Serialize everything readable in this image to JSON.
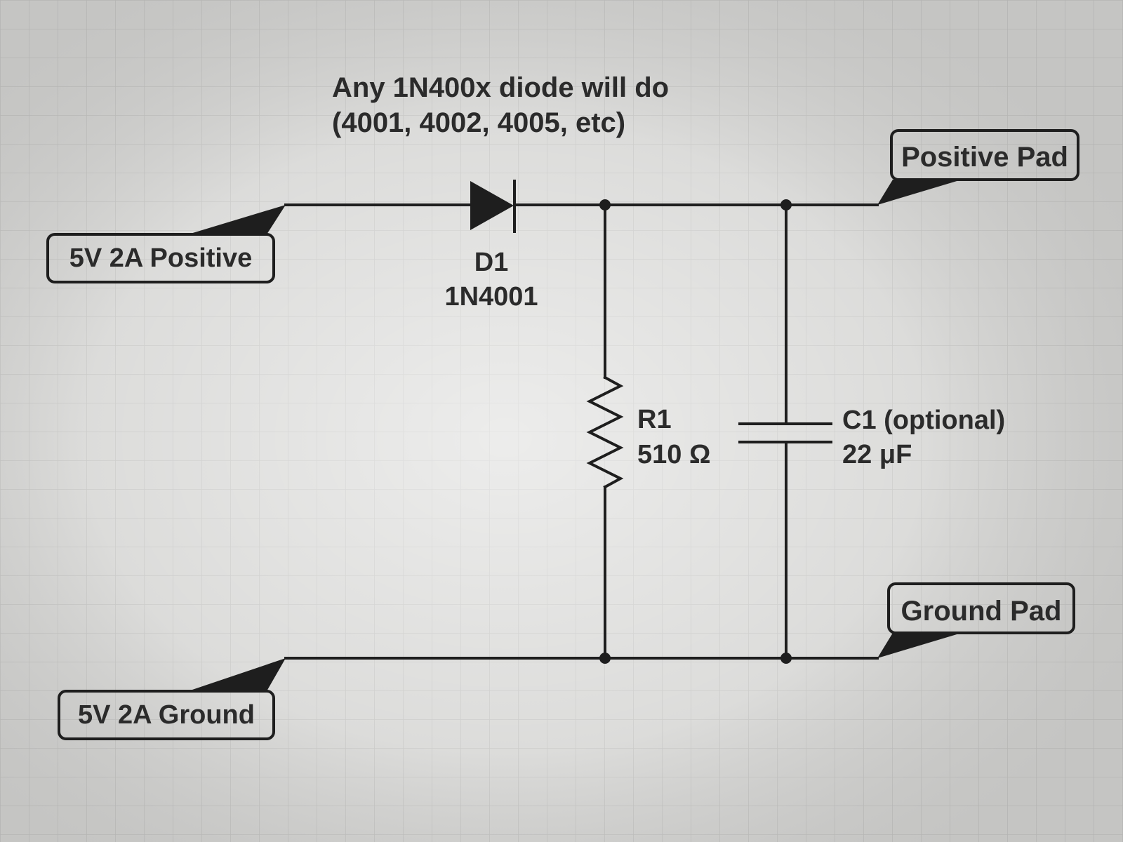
{
  "note": {
    "line1": "Any 1N400x diode will do",
    "line2": "(4001, 4002, 4005, etc)"
  },
  "ports": {
    "input_positive": "5V 2A Positive",
    "input_ground": "5V 2A Ground",
    "output_positive": "Positive Pad",
    "output_ground": "Ground Pad"
  },
  "components": {
    "diode": {
      "ref": "D1",
      "value": "1N4001"
    },
    "resistor": {
      "ref": "R1",
      "value": "510 Ω"
    },
    "capacitor": {
      "ref": "C1 (optional)",
      "value": "22 μF"
    }
  },
  "colors": {
    "background": "#d8d8d6",
    "grid": "#c6c6c4",
    "ink": "#1e1e1e",
    "text": "#2b2b2b"
  }
}
